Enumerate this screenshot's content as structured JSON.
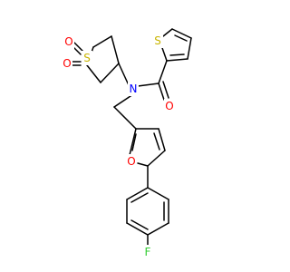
{
  "molecule": {
    "atoms": {
      "sulfone_s": {
        "symbol": "S",
        "color": "#c8b400"
      },
      "sulfone_o1": {
        "symbol": "O",
        "color": "#ff0000"
      },
      "sulfone_o2": {
        "symbol": "O",
        "color": "#ff0000"
      },
      "amide_n": {
        "symbol": "N",
        "color": "#0000ff"
      },
      "amide_o": {
        "symbol": "O",
        "color": "#ff0000"
      },
      "thiophene_s": {
        "symbol": "S",
        "color": "#c8b400"
      },
      "furan_o": {
        "symbol": "O",
        "color": "#ff0000"
      },
      "fluorine": {
        "symbol": "F",
        "color": "#33cc33"
      }
    },
    "bond_color": "#000000"
  }
}
